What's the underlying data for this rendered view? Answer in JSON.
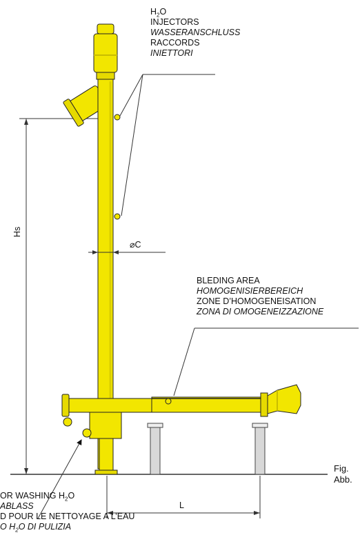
{
  "injectors": {
    "line1_main": "H",
    "line1_sub": "2",
    "line1_end": "O",
    "line2": "INJECTORS",
    "line3": "WASSERANSCHLUSS",
    "line4": "RACCORDS",
    "line5": "INIETTORI"
  },
  "dimensions": {
    "height": "Hs",
    "diameter": "⌀C",
    "length": "L"
  },
  "bleeding": {
    "line1": "BLEDING AREA",
    "line2": "HOMOGENISIERBEREICH",
    "line3": "ZONE D’HOMOGENEISATION",
    "line4": "ZONA DI OMOGENEIZZAZIONE"
  },
  "figure": {
    "fig": "Fig.",
    "abb": "Abb."
  },
  "drain": {
    "line1_main": "OR WASHING H",
    "line1_sub": "2",
    "line1_end": "O",
    "line2": "ABLASS",
    "line3": "D POUR LE NETTOYAGE A L’EAU",
    "line4_pre": "O H",
    "line4_sub": "2",
    "line4_end": "O DI PULIZIA"
  },
  "colors": {
    "machine": "#f2e600",
    "machine_shade": "#c9bd00",
    "outline": "#222222",
    "support": "#d8d8d8"
  }
}
